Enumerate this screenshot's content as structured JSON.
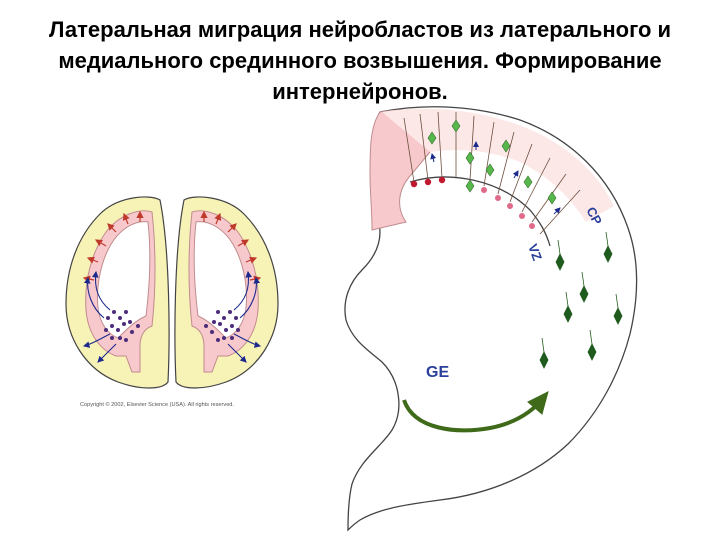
{
  "title": {
    "line1": "Латеральная миграция нейробластов из латерального и",
    "line2": "медиального срединного  возвышения. Формирование",
    "line3": "интернейронов."
  },
  "left_figure": {
    "copyright": "Copyright © 2002, Elsevier Science (USA). All rights reserved."
  },
  "right_figure": {
    "labels": {
      "cp": "CP",
      "vz": "VZ",
      "ge": "GE"
    }
  },
  "colors": {
    "yellow_fill": "#f7f3b6",
    "pink_fill": "#f7c9cc",
    "pale_pink": "#fde8e8",
    "arrow_green": "#3f6a1a",
    "neuron_green": "#56b84a",
    "dark_green": "#1f5b1c",
    "label_blue": "#2a3f9a"
  }
}
